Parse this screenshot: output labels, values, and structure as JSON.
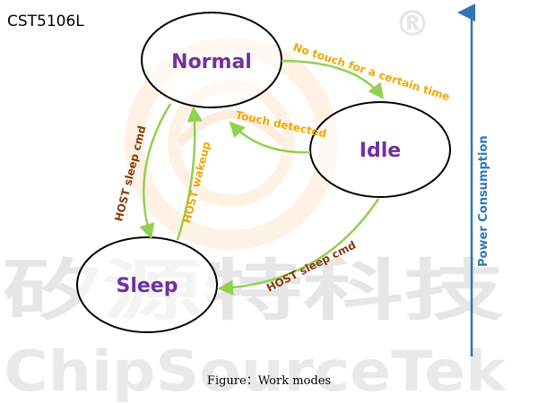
{
  "chip_name": "CST5106L",
  "states": {
    "normal": "Normal",
    "idle": "Idle",
    "sleep": "Sleep"
  },
  "transitions": {
    "no_touch": "No touch for a certain time",
    "touch_detected": "Touch detected",
    "host_sleep_normal": "HOST sleep cmd",
    "host_wakeup": "HOST wakeup",
    "host_sleep_idle": "HOST sleep cmd"
  },
  "axis_label": "Power Consumption",
  "caption": "Figure：Work modes",
  "watermark": {
    "chinese": "矽源特科技",
    "english": "ChipSourceTek",
    "registered": "®"
  },
  "colors": {
    "state_text": "#7030a0",
    "arrow": "#92d050",
    "label_brown": "#843c0c",
    "label_gold": "#f0a800",
    "power_axis": "#2e75b6"
  }
}
